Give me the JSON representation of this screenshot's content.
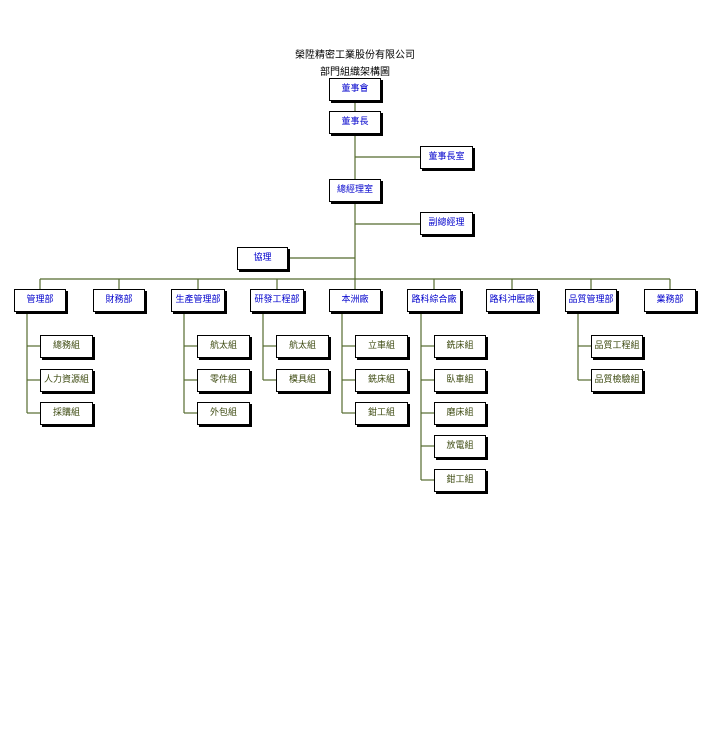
{
  "title": {
    "company": "榮陞精密工業股份有限公司",
    "subtitle": "部門組織架構圖"
  },
  "colors": {
    "line": "#556b2f",
    "top_text": "#0000cc",
    "group_text": "#3d4a10"
  },
  "top": {
    "board": "董事會",
    "chairman": "董事長",
    "chairman_office": "董事長室",
    "gm_office": "總經理室",
    "deputy_gm": "副總經理",
    "assistant_manager": "協理"
  },
  "departments": [
    {
      "name": "管理部",
      "groups": [
        "總務組",
        "人力資源組",
        "採購組"
      ]
    },
    {
      "name": "財務部",
      "groups": []
    },
    {
      "name": "生產管理部",
      "groups": [
        "航太組",
        "零件組",
        "外包組"
      ]
    },
    {
      "name": "研發工程部",
      "groups": [
        "航太組",
        "模具組"
      ]
    },
    {
      "name": "本洲廠",
      "groups": [
        "立車組",
        "銑床組",
        "鉗工組"
      ]
    },
    {
      "name": "路科綜合廠",
      "groups": [
        "銑床組",
        "臥車組",
        "磨床組",
        "放電組",
        "鉗工組"
      ]
    },
    {
      "name": "路科沖壓廠",
      "groups": []
    },
    {
      "name": "品質管理部",
      "groups": [
        "品質工程組",
        "品質檢驗組"
      ]
    },
    {
      "name": "業務部",
      "groups": []
    }
  ]
}
